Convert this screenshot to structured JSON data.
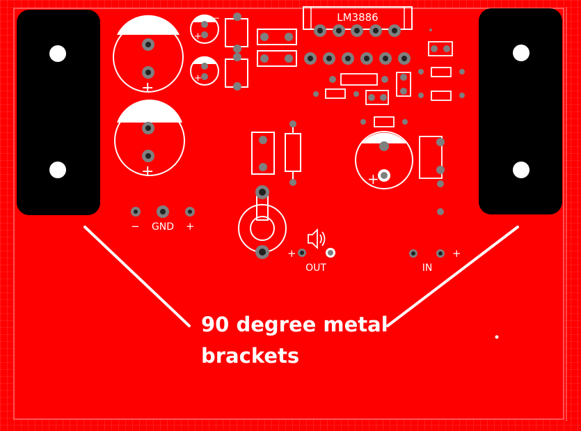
{
  "colors": {
    "board": "#ff0000",
    "silkscreen": "#ffffff",
    "pad": "#7f7f7f",
    "mounting_bracket": "#000000",
    "trace_grid": "#ff6060"
  },
  "chip": {
    "label": "LM3886"
  },
  "power_header": {
    "minus_label": "−",
    "gnd_label": "GND",
    "plus_label": "+"
  },
  "output": {
    "plus_label": "+",
    "label": "OUT",
    "icon": "speaker-icon"
  },
  "input": {
    "label": "IN",
    "plus_label": "+"
  },
  "capacitor_polarity": {
    "plus": "+",
    "minus": "−"
  },
  "annotation": {
    "line1": "90 degree metal",
    "line2": "brackets"
  }
}
